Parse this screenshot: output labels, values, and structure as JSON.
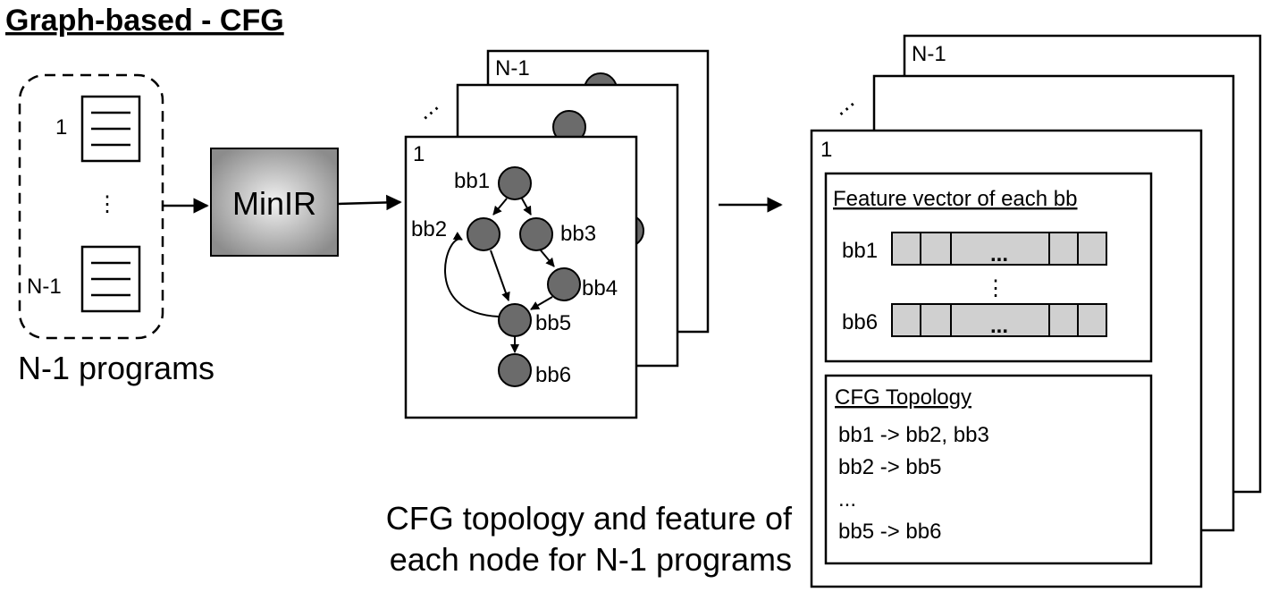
{
  "title": "Graph-based - CFG",
  "programs": {
    "first_index": "1",
    "dots": "⋮",
    "last_index": "N-1",
    "caption": "N-1 programs"
  },
  "minir": {
    "label": "MinIR"
  },
  "cfg_stack": {
    "back_label": "N-1",
    "ellipsis": "⋯",
    "front_label": "1",
    "nodes": [
      "bb1",
      "bb2",
      "bb3",
      "bb4",
      "bb5",
      "bb6"
    ],
    "node_color": "#6b6b6b"
  },
  "feature_stack": {
    "back_label": "N-1",
    "ellipsis": "⋯",
    "front_label": "1",
    "feature_box": {
      "title": "Feature vector of each bb",
      "rows": [
        {
          "label": "bb1",
          "cell_text": "..."
        },
        {
          "label": "bb6",
          "cell_text": "..."
        }
      ],
      "dots": "⋮",
      "cell_color": "#d0d0d0"
    },
    "topology_box": {
      "title": "CFG Topology",
      "lines": [
        "bb1 -> bb2, bb3",
        "bb2 -> bb5",
        "...",
        "bb5 -> bb6"
      ]
    }
  },
  "caption": {
    "line1": "CFG topology and feature of",
    "line2": "each node for N-1 programs"
  }
}
